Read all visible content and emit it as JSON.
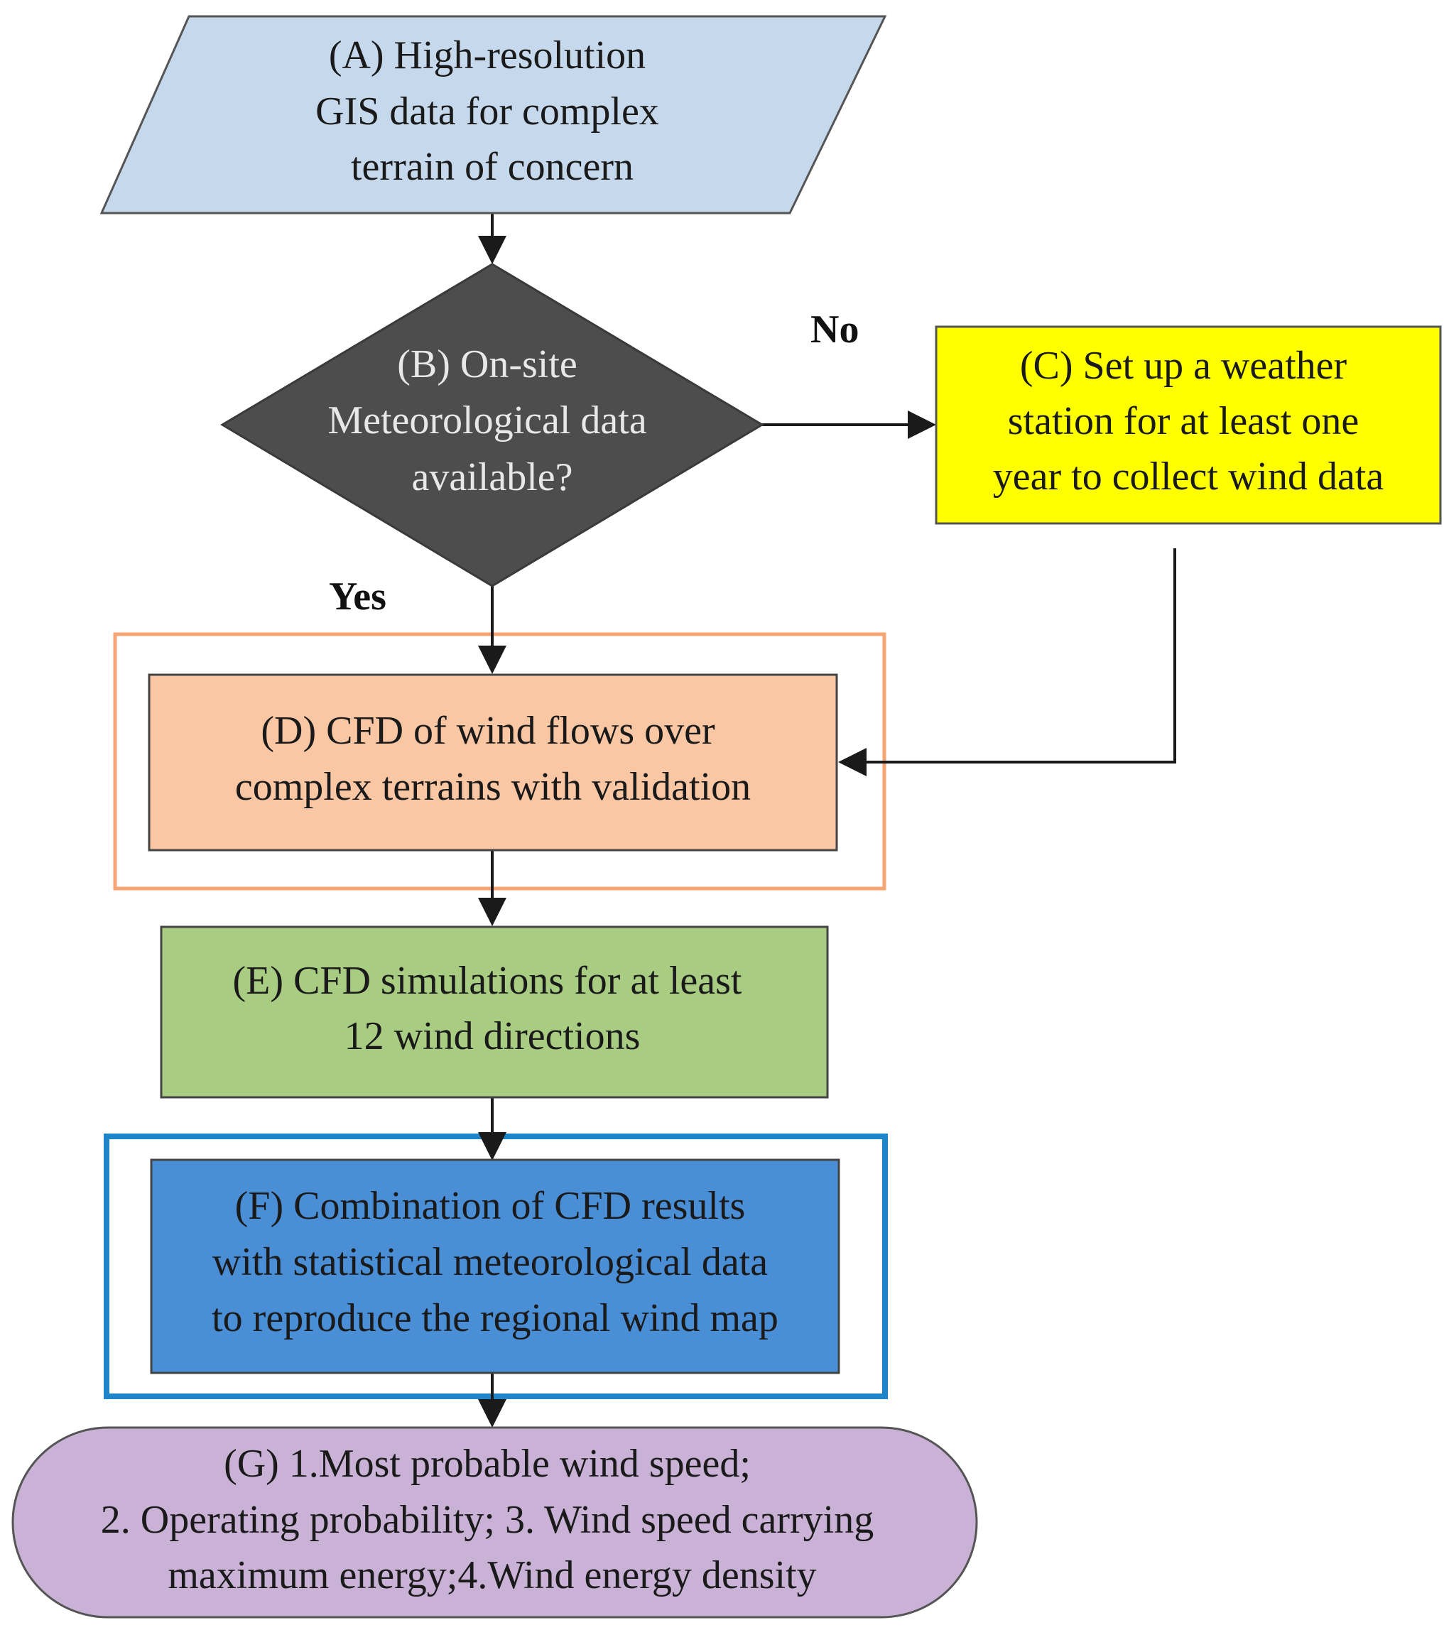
{
  "nodes": {
    "A": {
      "lines": [
        "(A) High-resolution",
        "GIS data for complex",
        "terrain of concern"
      ],
      "fill": "#c6d9ec",
      "stroke": "#555555",
      "text_color": "#1a1a1a"
    },
    "B": {
      "lines": [
        "(B) On-site",
        "Meteorological data",
        "available?"
      ],
      "fill": "#4d4d4d",
      "stroke": "#3a3a3a",
      "text_color": "#e8e8e8"
    },
    "C": {
      "lines": [
        "(C) Set up a weather",
        "station for at least one",
        "year to collect wind data"
      ],
      "fill": "#ffff00",
      "stroke": "#555555",
      "text_color": "#1a1a1a"
    },
    "D": {
      "lines": [
        "(D) CFD of wind flows over",
        "complex terrains with validation"
      ],
      "fill": "#fac7a5",
      "stroke": "#444444",
      "frame_color": "#f7a574",
      "text_color": "#1a1a1a"
    },
    "E": {
      "lines": [
        "(E) CFD simulations for at least",
        "12 wind directions"
      ],
      "fill": "#a9cc83",
      "stroke": "#444444",
      "text_color": "#1a1a1a"
    },
    "F": {
      "lines": [
        "(F) Combination of CFD results",
        "with statistical meteorological data",
        "to reproduce the regional wind map"
      ],
      "fill": "#4a8ed6",
      "stroke": "#444444",
      "frame_color": "#1e86c8",
      "text_color": "#1a1a1a"
    },
    "G": {
      "lines": [
        "(G) 1.Most probable wind speed;",
        "2. Operating probability; 3. Wind speed carrying",
        "maximum energy;4.Wind energy density"
      ],
      "fill": "#c9b2d6",
      "stroke": "#555555",
      "text_color": "#1a1a1a"
    }
  },
  "edge_labels": {
    "no": "No",
    "yes": "Yes"
  }
}
